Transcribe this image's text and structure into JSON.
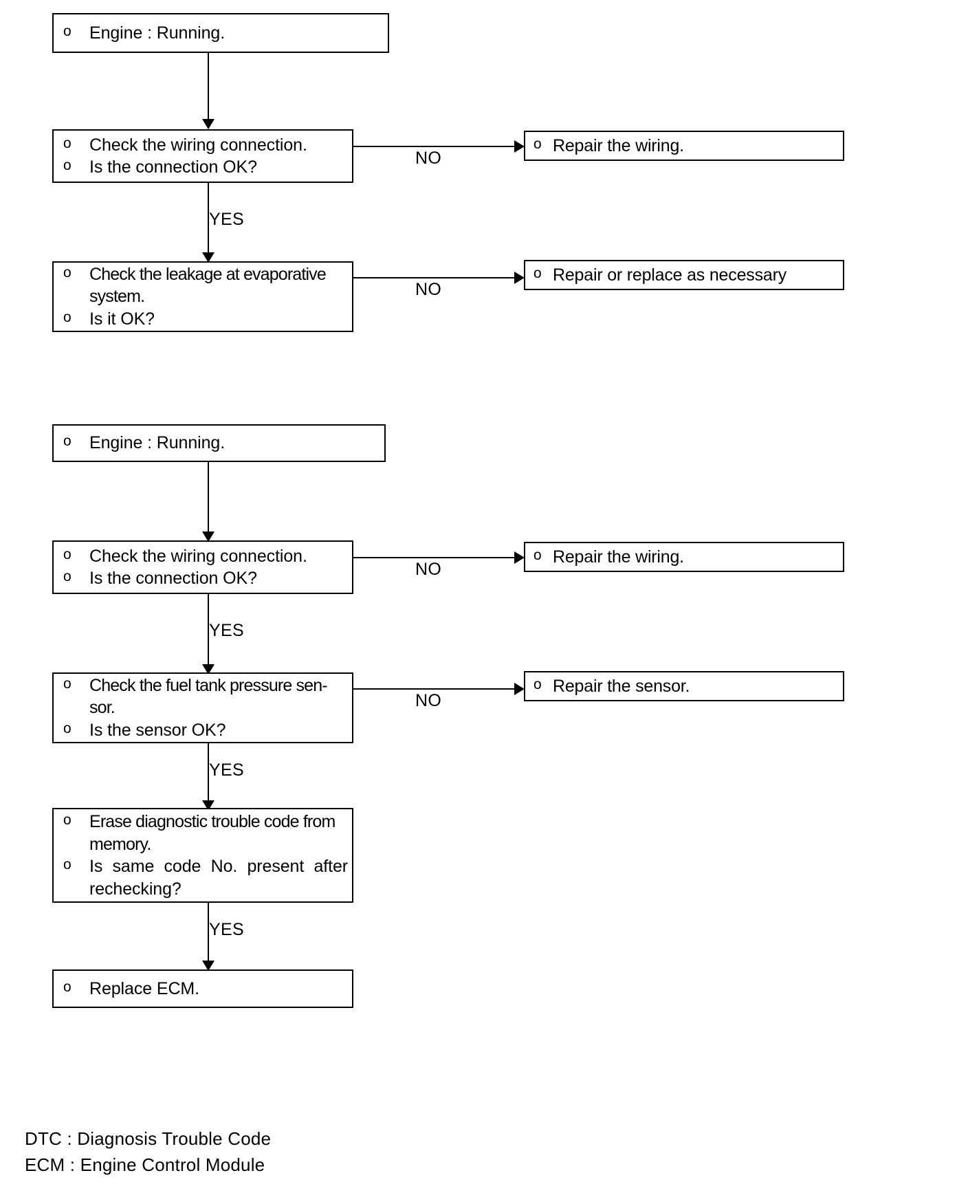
{
  "document": {
    "title": "Evaporative Emission Control System Diagnostic Flowcharts",
    "bullet_glyph": "o",
    "line_color": "#000000",
    "background_color": "#ffffff"
  },
  "flowcharts": [
    {
      "id": "chart-1",
      "nodes": [
        {
          "id": "c1-start",
          "name": "engine-running",
          "lines": [
            {
              "bullet": "o",
              "text": "Engine : Running."
            }
          ]
        },
        {
          "id": "c1-wiring",
          "name": "check-wiring-connection",
          "lines": [
            {
              "bullet": "o",
              "text": "Check the wiring connection."
            },
            {
              "bullet": "o",
              "text": "Is the connection OK?"
            }
          ]
        },
        {
          "id": "c1-wiring-no",
          "name": "repair-the-wiring",
          "lines": [
            {
              "bullet": "o",
              "text": "Repair the wiring."
            }
          ]
        },
        {
          "id": "c1-leakage",
          "name": "check-leakage-evaporative-system",
          "lines": [
            {
              "bullet": "o",
              "text": "Check the leakage at evaporative system."
            },
            {
              "bullet": "o",
              "text": "Is it OK?"
            }
          ]
        },
        {
          "id": "c1-leakage-no",
          "name": "repair-or-replace-as-necessary",
          "lines": [
            {
              "bullet": "o",
              "text": "Repair or replace as necessary"
            }
          ]
        }
      ],
      "edges": [
        {
          "id": "c1-e1",
          "from": "c1-start",
          "to": "c1-wiring",
          "label": ""
        },
        {
          "id": "c1-e2",
          "from": "c1-wiring",
          "to": "c1-wiring-no",
          "label": "NO"
        },
        {
          "id": "c1-e3",
          "from": "c1-wiring",
          "to": "c1-leakage",
          "label": "YES"
        },
        {
          "id": "c1-e4",
          "from": "c1-leakage",
          "to": "c1-leakage-no",
          "label": "NO"
        }
      ]
    },
    {
      "id": "chart-2",
      "nodes": [
        {
          "id": "c2-start",
          "name": "engine-running",
          "lines": [
            {
              "bullet": "o",
              "text": "Engine : Running."
            }
          ]
        },
        {
          "id": "c2-wiring",
          "name": "check-wiring-connection",
          "lines": [
            {
              "bullet": "o",
              "text": "Check the wiring connection."
            },
            {
              "bullet": "o",
              "text": "Is the connection OK?"
            }
          ]
        },
        {
          "id": "c2-wiring-no",
          "name": "repair-the-wiring",
          "lines": [
            {
              "bullet": "o",
              "text": "Repair the wiring."
            }
          ]
        },
        {
          "id": "c2-sensor",
          "name": "check-fuel-tank-pressure-sensor",
          "lines": [
            {
              "bullet": "o",
              "text": "Check the fuel tank pressure sen-sor."
            },
            {
              "bullet": "o",
              "text": "Is the sensor OK?"
            }
          ]
        },
        {
          "id": "c2-sensor-no",
          "name": "repair-the-sensor",
          "lines": [
            {
              "bullet": "o",
              "text": "Repair the sensor."
            }
          ]
        },
        {
          "id": "c2-erase",
          "name": "erase-diagnostic-trouble-code",
          "lines": [
            {
              "bullet": "o",
              "text": "Erase diagnostic trouble code from memory."
            },
            {
              "bullet": "o",
              "text": "Is same code No. present after rechecking?"
            }
          ]
        },
        {
          "id": "c2-replace",
          "name": "replace-ecm",
          "lines": [
            {
              "bullet": "o",
              "text": "Replace ECM."
            }
          ]
        }
      ],
      "edges": [
        {
          "id": "c2-e1",
          "from": "c2-start",
          "to": "c2-wiring",
          "label": ""
        },
        {
          "id": "c2-e2",
          "from": "c2-wiring",
          "to": "c2-wiring-no",
          "label": "NO"
        },
        {
          "id": "c2-e3",
          "from": "c2-wiring",
          "to": "c2-sensor",
          "label": "YES"
        },
        {
          "id": "c2-e4",
          "from": "c2-sensor",
          "to": "c2-sensor-no",
          "label": "NO"
        },
        {
          "id": "c2-e5",
          "from": "c2-sensor",
          "to": "c2-erase",
          "label": "YES"
        },
        {
          "id": "c2-e6",
          "from": "c2-erase",
          "to": "c2-replace",
          "label": "YES"
        }
      ]
    }
  ],
  "legend": {
    "lines": [
      "DTC : Diagnosis Trouble Code",
      "ECM : Engine Control Module"
    ]
  }
}
